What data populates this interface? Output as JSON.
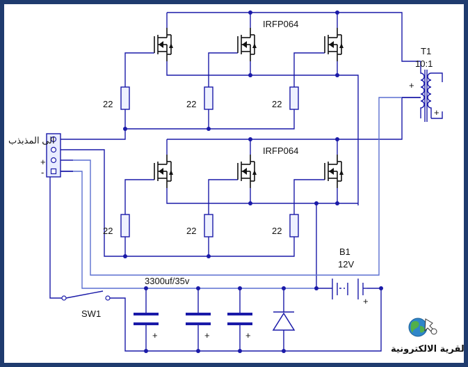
{
  "labels": {
    "mosfet_top": "IRFP064",
    "mosfet_bottom": "IRFP064",
    "transformer_name": "T1",
    "transformer_ratio": "10:1",
    "plus": "+",
    "minus": "-",
    "resistor": "22",
    "connector_label": "الى المذبذب",
    "capacitors": "3300uf/35v",
    "switch": "SW1",
    "battery_name": "B1",
    "battery_voltage": "12V",
    "logo_text": "القرية الالكترونية"
  },
  "colors": {
    "frame": "#1f3b6e",
    "wire": "#1a1aa8",
    "wire_light": "#5a6fd0",
    "component_fill": "#eef1ff"
  }
}
